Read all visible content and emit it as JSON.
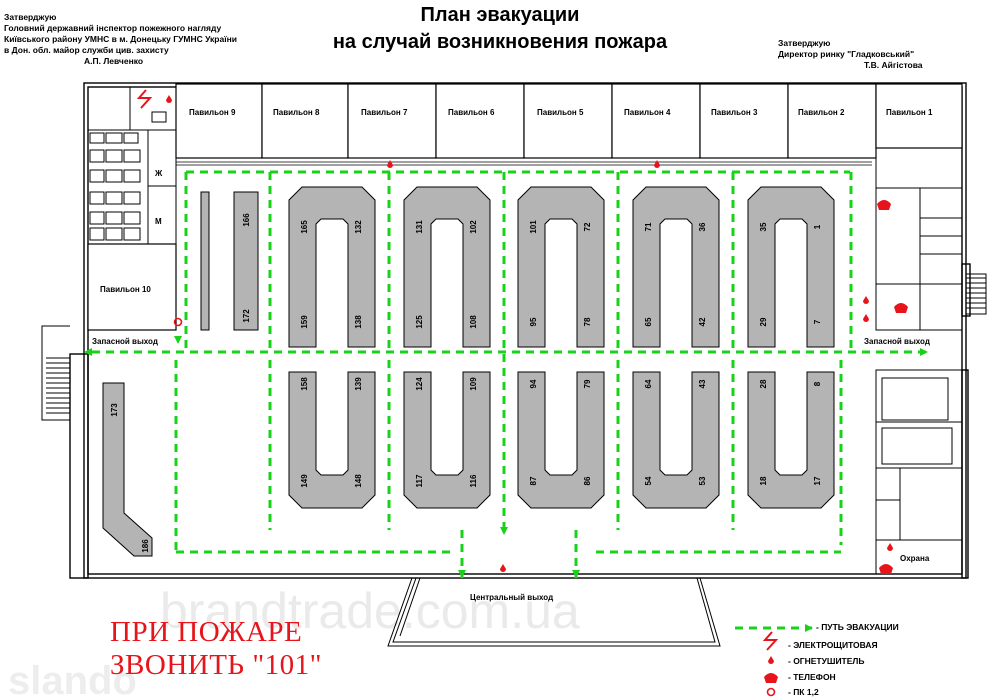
{
  "approval_left": {
    "lines": [
      "Затверджую",
      "Головний державний інспектор пожежного нагляду",
      "Київського району УМНС в м. Донецьку ГУМНС України",
      "в Дон. обл. майор служби цив. захисту"
    ],
    "signature": "А.П. Левченко"
  },
  "title": {
    "line1": "План эвакуации",
    "line2": "на случай возникновения пожара"
  },
  "approval_right": {
    "lines": [
      "Затверджую",
      "Директор ринку \"Гладковський\""
    ],
    "signature": "Т.В. Айгістова"
  },
  "pavilions": {
    "p1": "Павильон 1",
    "p2": "Павильон 2",
    "p3": "Павильон 3",
    "p4": "Павильон 4",
    "p5": "Павильон 5",
    "p6": "Павильон 6",
    "p7": "Павильон 7",
    "p8": "Павильон 8",
    "p9": "Павильон 9",
    "p10": "Павильон 10"
  },
  "rooms": {
    "zh": "Ж",
    "m": "М",
    "guard": "Охрана"
  },
  "exits": {
    "spare_left": "Запасной выход",
    "spare_right": "Запасной выход",
    "central": "Центральный выход"
  },
  "stalls": {
    "top_row": [
      {
        "top": "165",
        "bottom": "159",
        "right_top": "132",
        "right_bottom": "138"
      },
      {
        "top": "131",
        "bottom": "125",
        "right_top": "102",
        "right_bottom": "108"
      },
      {
        "top": "101",
        "bottom": "95",
        "right_top": "72",
        "right_bottom": "78"
      },
      {
        "top": "71",
        "bottom": "65",
        "right_top": "36",
        "right_bottom": "42"
      },
      {
        "top": "35",
        "bottom": "29",
        "right_top": "1",
        "right_bottom": "7"
      }
    ],
    "bottom_row": [
      {
        "top": "158",
        "bottom": "149",
        "right_top": "139",
        "right_bottom": "148"
      },
      {
        "top": "124",
        "bottom": "117",
        "right_top": "109",
        "right_bottom": "116"
      },
      {
        "top": "94",
        "bottom": "87",
        "right_top": "79",
        "right_bottom": "86"
      },
      {
        "top": "64",
        "bottom": "54",
        "right_top": "43",
        "right_bottom": "53"
      },
      {
        "top": "28",
        "bottom": "18",
        "right_top": "8",
        "right_bottom": "17"
      }
    ],
    "bar_top": "166",
    "bar_bottom": "172",
    "l_top": "173",
    "l_bottom": "186"
  },
  "call_notice": {
    "line1": "ПРИ ПОЖАРЕ",
    "line2": "ЗВОНИТЬ \"101\""
  },
  "legend": {
    "route": "- ПУТЬ ЭВАКУАЦИИ",
    "panel": "- ЭЛЕКТРОЩИТОВАЯ",
    "extinguisher": "- ОГНЕТУШИТЕЛЬ",
    "phone": "- ТЕЛЕФОН",
    "hydrant": "- ПК 1,2"
  },
  "watermark": {
    "text": "brandtrade.com.ua",
    "corner": "slando"
  },
  "colors": {
    "route_green": "#19d119",
    "stall_gray": "#b4b4b4",
    "alert_red": "#e8141b",
    "wall": "#000000"
  }
}
